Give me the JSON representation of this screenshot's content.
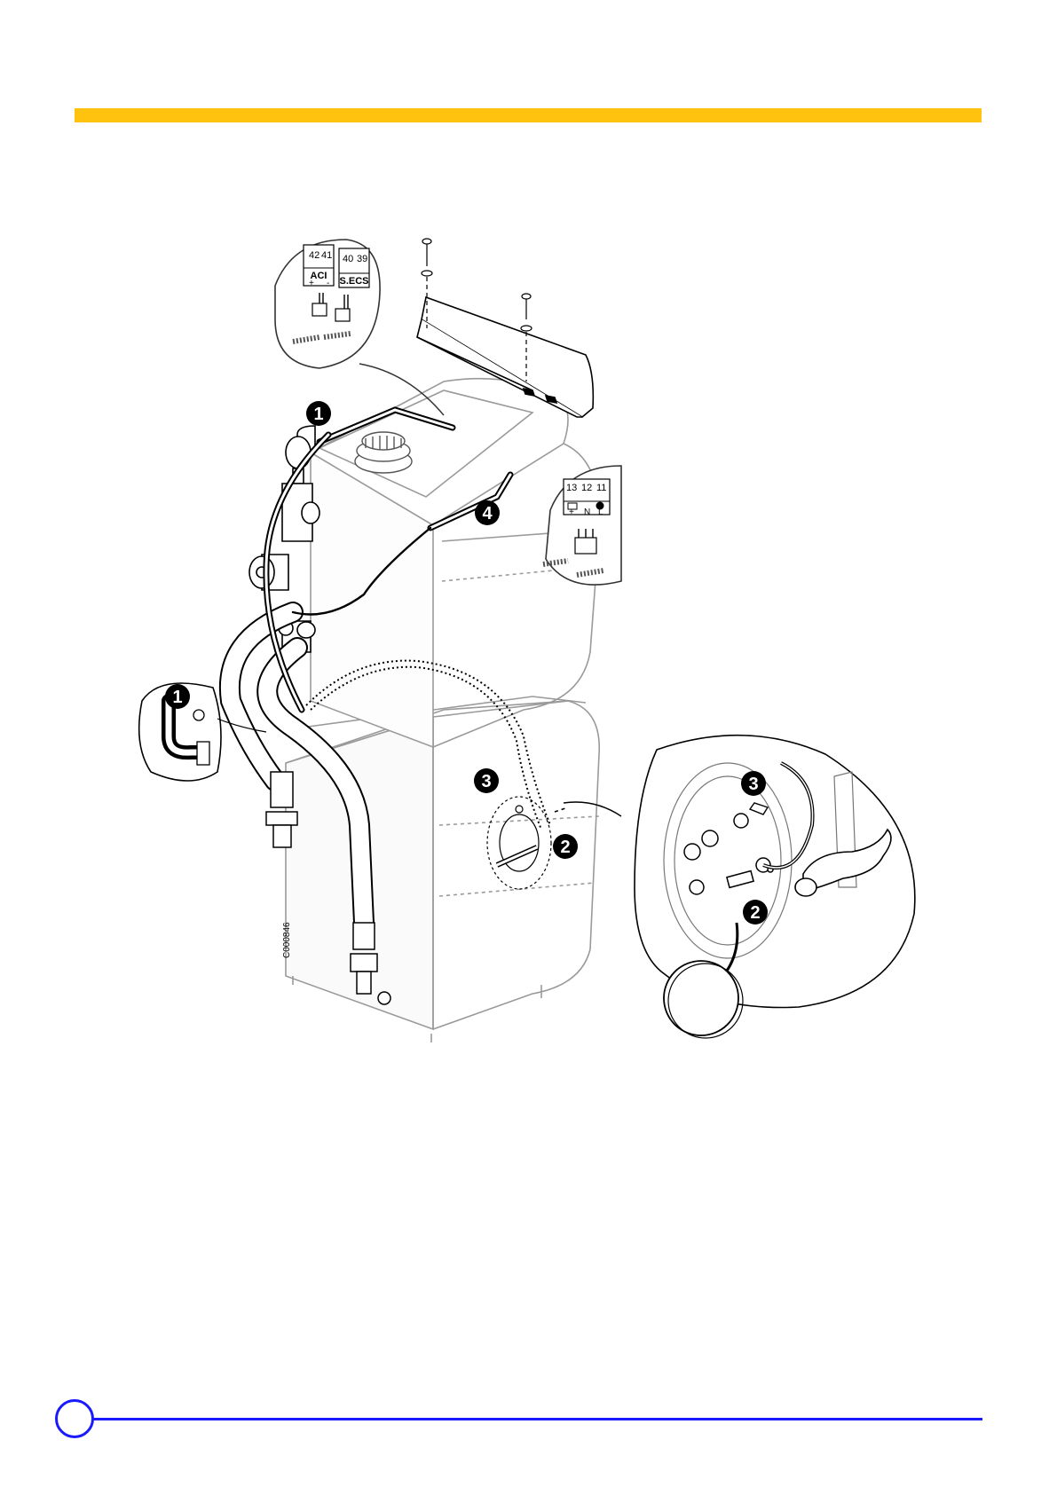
{
  "colors": {
    "header_bar": "#ffc20e",
    "footer_line": "#1a1aff",
    "ink": "#000000",
    "outline": "#9a9a9a"
  },
  "figure_code": "C000846",
  "callouts": [
    "1",
    "4",
    "3",
    "2",
    "1",
    "3",
    "2"
  ],
  "terminal_top_left": {
    "aci": {
      "numbers": [
        "42",
        "41"
      ],
      "label": "ACI",
      "signs": [
        "+",
        "-"
      ]
    },
    "secs": {
      "numbers": [
        "40",
        "39"
      ],
      "label": "S.ECS"
    }
  },
  "terminal_right": {
    "numbers": [
      "13",
      "12",
      "11"
    ],
    "signs": [
      "+",
      "N",
      "L"
    ]
  },
  "page_number": ""
}
